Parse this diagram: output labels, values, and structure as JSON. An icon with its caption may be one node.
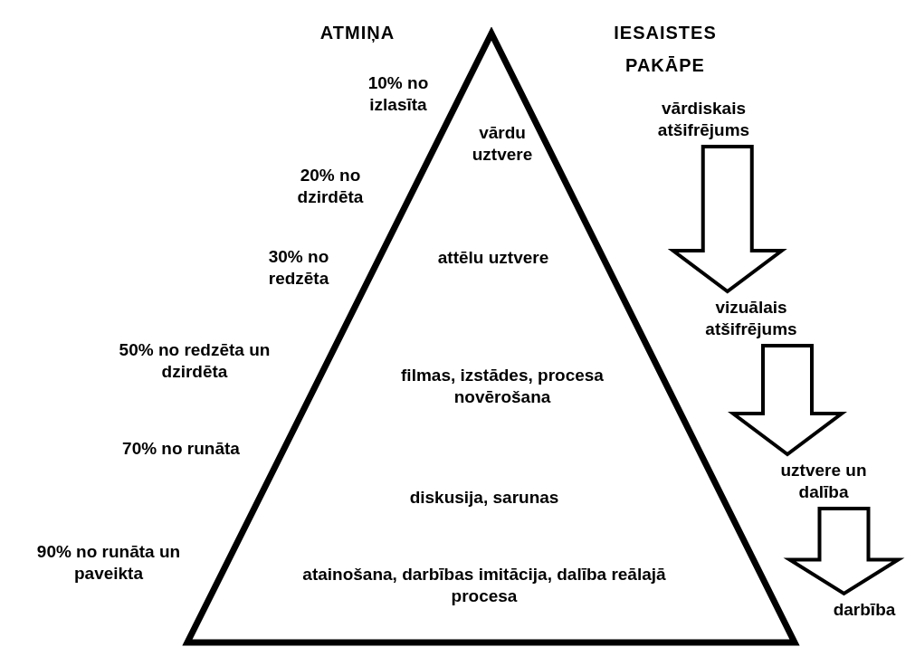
{
  "diagram": {
    "nodes": [
      {
        "text": [
          "vārdu uztvere",
          "attēlu uztvere",
          "filmas, izstādes, procesa novērošana",
          "diskusija, sarunas",
          "atainošana, darbības imitācija, dalība reālajā procesa"
        ]
      },
      {
        "text": [
          "vārdiskais atšifrējums"
        ]
      },
      {
        "text": [
          "vizuālais atšifrējums"
        ]
      },
      {
        "text": [
          "uztvere un dalība"
        ]
      },
      {
        "text": [
          "darbība"
        ]
      }
    ],
    "edges": [
      {
        "from": 1,
        "to": 2,
        "arrow": "to"
      },
      {
        "from": 2,
        "to": 3,
        "arrow": "to"
      },
      {
        "from": 3,
        "to": 4,
        "arrow": "to"
      }
    ],
    "labels": [
      "ATMIŅA",
      "IESAISTES PAKĀPE",
      "10% no izlasīta",
      "20% no dzirdēta",
      "30% no redzēta",
      "50% no redzēta un dzirdēta",
      "70% no runāta",
      "90% no runāta un paveikta"
    ]
  }
}
